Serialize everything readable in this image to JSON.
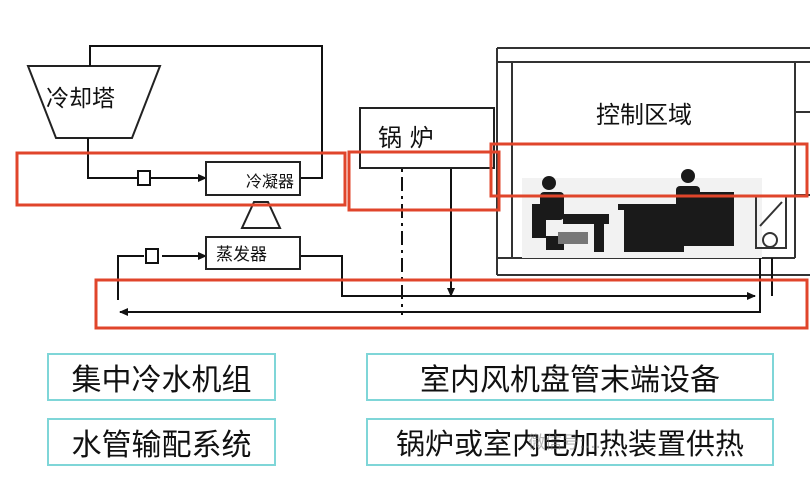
{
  "diagram": {
    "cooling_tower": "冷却塔",
    "condenser": "冷凝器",
    "evaporator": "蒸发器",
    "boiler": "锅 炉",
    "control_area": "控制区域"
  },
  "legend": {
    "chiller": "集中冷水机组",
    "water_system": "水管输配系统",
    "fan_coil": "室内风机盘管末端设备",
    "heating": "锅炉或室内电加热装置供热"
  },
  "watermark": "微信号:...",
  "colors": {
    "highlight": "#e0452b",
    "legend_border": "#7fd6d8",
    "line": "#111111"
  }
}
